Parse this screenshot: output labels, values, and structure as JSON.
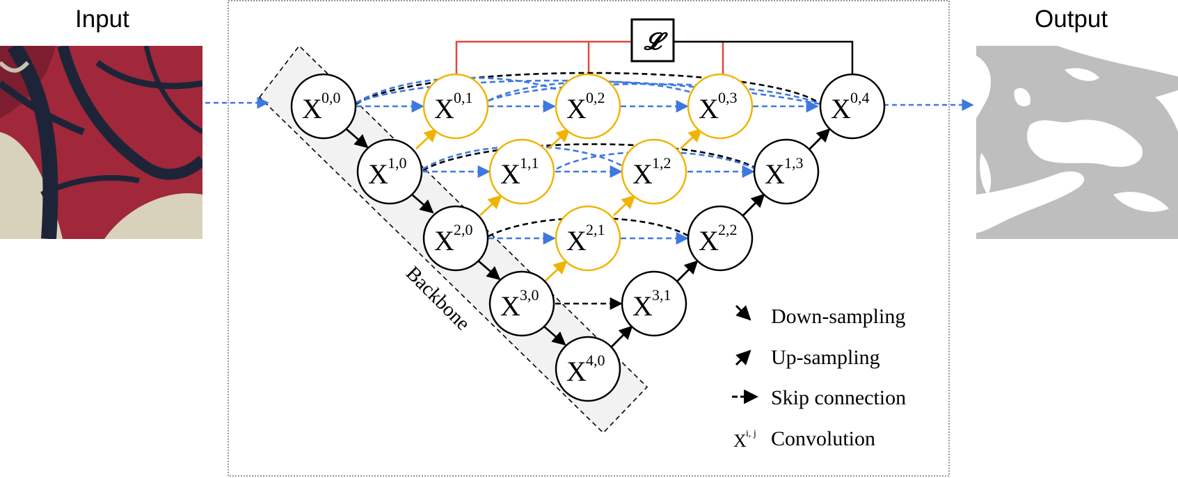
{
  "captions": {
    "input": "Input",
    "output": "Output"
  },
  "loss": {
    "symbol": "𝓛"
  },
  "backbone": {
    "label": "Backbone"
  },
  "nodes": [
    {
      "id": "0-0",
      "base": "X",
      "sup": "0,0",
      "kind": "backbone"
    },
    {
      "id": "1-0",
      "base": "X",
      "sup": "1,0",
      "kind": "backbone"
    },
    {
      "id": "2-0",
      "base": "X",
      "sup": "2,0",
      "kind": "backbone"
    },
    {
      "id": "3-0",
      "base": "X",
      "sup": "3,0",
      "kind": "backbone"
    },
    {
      "id": "4-0",
      "base": "X",
      "sup": "4,0",
      "kind": "backbone"
    },
    {
      "id": "0-1",
      "base": "X",
      "sup": "0,1",
      "kind": "nested"
    },
    {
      "id": "0-2",
      "base": "X",
      "sup": "0,2",
      "kind": "nested"
    },
    {
      "id": "0-3",
      "base": "X",
      "sup": "0,3",
      "kind": "nested"
    },
    {
      "id": "1-1",
      "base": "X",
      "sup": "1,1",
      "kind": "nested"
    },
    {
      "id": "1-2",
      "base": "X",
      "sup": "1,2",
      "kind": "nested"
    },
    {
      "id": "2-1",
      "base": "X",
      "sup": "2,1",
      "kind": "nested"
    },
    {
      "id": "0-4",
      "base": "X",
      "sup": "0,4",
      "kind": "decoder"
    },
    {
      "id": "1-3",
      "base": "X",
      "sup": "1,3",
      "kind": "decoder"
    },
    {
      "id": "2-2",
      "base": "X",
      "sup": "2,2",
      "kind": "decoder"
    },
    {
      "id": "3-1",
      "base": "X",
      "sup": "3,1",
      "kind": "decoder"
    }
  ],
  "legend": [
    {
      "icon": "down-arrow-icon",
      "label": "Down-sampling"
    },
    {
      "icon": "up-arrow-icon",
      "label": "Up-sampling"
    },
    {
      "icon": "dashed-arrow-icon",
      "label": "Skip connection"
    },
    {
      "icon": "convolution-symbol",
      "label": "Convolution",
      "symbol_base": "X",
      "symbol_sup": "i, j"
    }
  ],
  "colors": {
    "nested_node_stroke": "#F0B400",
    "node_stroke": "#000000",
    "skip_blue": "#3D78E0",
    "skip_black": "#000000",
    "loss_red": "#E0483A",
    "backbone_fill": "#F2F2F2",
    "output_background": "#BEBEBE",
    "output_foreground": "#FFFFFF",
    "input_red": "#A0283A",
    "input_dark": "#1E2438",
    "input_sand": "#D8D2BC"
  }
}
